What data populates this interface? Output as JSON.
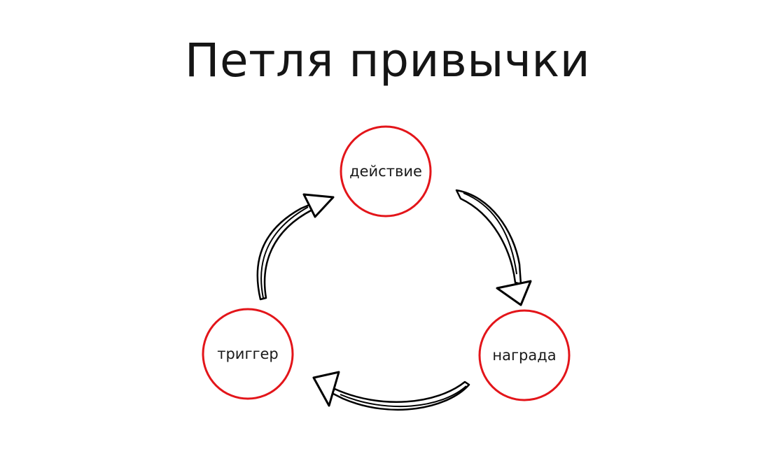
{
  "title": "Петля привычки",
  "accent_color": "#e3151a",
  "arrow_color": "#000000",
  "nodes": {
    "action": {
      "label": "действие"
    },
    "reward": {
      "label": "награда"
    },
    "trigger": {
      "label": "триггер"
    }
  },
  "edges": [
    {
      "from": "action",
      "to": "reward"
    },
    {
      "from": "reward",
      "to": "trigger"
    },
    {
      "from": "trigger",
      "to": "action"
    }
  ]
}
